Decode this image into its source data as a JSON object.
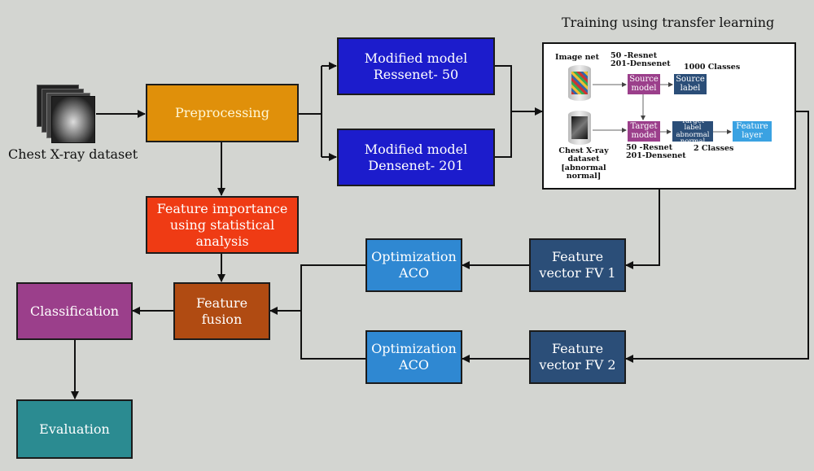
{
  "dataset_label": "Chest X-ray dataset",
  "preprocessing": "Preprocessing",
  "feature_importance": "Feature importance\nusing statistical\nanalysis",
  "model_resnet": "Modified model\nRessenet- 50",
  "model_densenet": "Modified model\nDensenet- 201",
  "training_title": "Training using transfer learning",
  "inset": {
    "image_net": "Image net",
    "source_arch": "50 -Resnet\n201-Densenet",
    "source_classes": "1000 Classes",
    "source_model": "Source\nmodel",
    "source_label": "Source\nlabel",
    "target_model": "Target\nmodel",
    "target_label": "Target label\nabnormal\nnormal",
    "feature_layer": "Feature\nlayer",
    "target_arch": "50 -Resnet\n201-Densenet",
    "target_classes": "2 Classes",
    "target_dataset": "Chest X-ray dataset\n[abnormal\nnormal]"
  },
  "fv1": "Feature\nvector FV 1",
  "fv2": "Feature\nvector FV 2",
  "aco1": "Optimization\nACO",
  "aco2": "Optimization\nACO",
  "fusion": "Feature\nfusion",
  "classification": "Classification",
  "evaluation": "Evaluation",
  "colors": {
    "preprocessing": "#e0900a",
    "feature_importance": "#ef3b14",
    "models": "#1c1ccc",
    "feature_vector": "#2b4e78",
    "aco": "#2f88d2",
    "fusion": "#b04b12",
    "classification": "#9b3f8b",
    "evaluation": "#2b8b91",
    "feature_layer": "#3aa2e2"
  }
}
